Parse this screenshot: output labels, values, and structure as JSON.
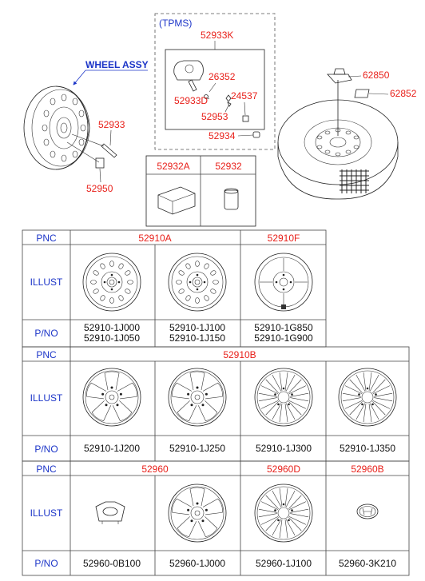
{
  "assembly": {
    "wheel_assy_label": "WHEEL ASSY",
    "tpms_label": "(TPMS)",
    "parts": {
      "p52933K": "52933K",
      "p26352": "26352",
      "p52933D": "52933D",
      "p24537": "24537",
      "p52953": "52953",
      "p52934": "52934",
      "p52933": "52933",
      "p52950": "52950",
      "p62850": "62850",
      "p62852": "62852"
    },
    "kit_box": {
      "left": "52932A",
      "right": "52932"
    }
  },
  "table": {
    "row_labels": {
      "pnc": "PNC",
      "illust": "ILLUST",
      "pno": "P/NO"
    },
    "section1": {
      "pnc": [
        "52910A",
        "52910F"
      ],
      "pno": [
        [
          "52910-1J000",
          "52910-1J050"
        ],
        [
          "52910-1J100",
          "52910-1J150"
        ],
        [
          "52910-1G850",
          "52910-1G900"
        ]
      ]
    },
    "section2": {
      "pnc": "52910B",
      "pno": [
        "52910-1J200",
        "52910-1J250",
        "52910-1J300",
        "52910-1J350"
      ]
    },
    "section3": {
      "pnc": [
        "52960",
        "52960D",
        "52960B"
      ],
      "pno": [
        "52960-0B100",
        "52960-1J000",
        "52960-1J100",
        "52960-3K210"
      ]
    }
  },
  "colors": {
    "part_number": "#e8201a",
    "heading": "#1c35c8",
    "line": "#222222"
  }
}
